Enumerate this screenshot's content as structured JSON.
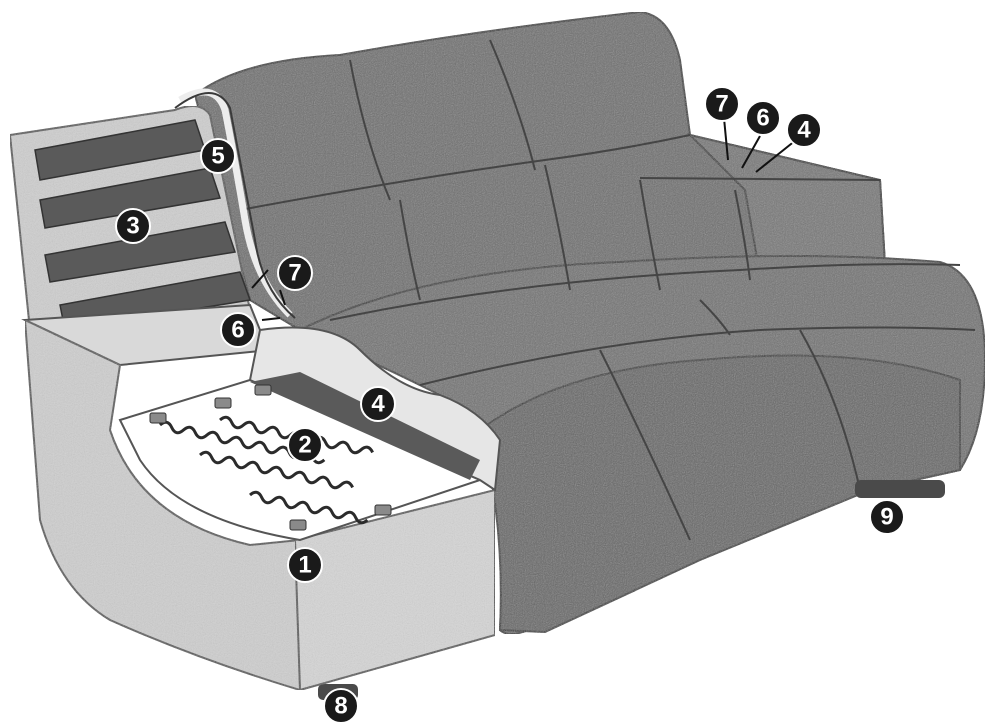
{
  "callouts": [
    {
      "id": "c1",
      "label": "1"
    },
    {
      "id": "c2",
      "label": "2"
    },
    {
      "id": "c3",
      "label": "3"
    },
    {
      "id": "c4a",
      "label": "4"
    },
    {
      "id": "c4b",
      "label": "4"
    },
    {
      "id": "c5",
      "label": "5"
    },
    {
      "id": "c6a",
      "label": "6"
    },
    {
      "id": "c6b",
      "label": "6"
    },
    {
      "id": "c7a",
      "label": "7"
    },
    {
      "id": "c7b",
      "label": "7"
    },
    {
      "id": "c8",
      "label": "8"
    },
    {
      "id": "c9",
      "label": "9"
    }
  ],
  "colors": {
    "upholstery": "#6e6e6e",
    "upholstery_dark": "#4a4a4a",
    "frame": "#c9c9c9",
    "foam": "#e6e6e6",
    "spring": "#2b2b2b",
    "badge": "#1a1a1a"
  }
}
